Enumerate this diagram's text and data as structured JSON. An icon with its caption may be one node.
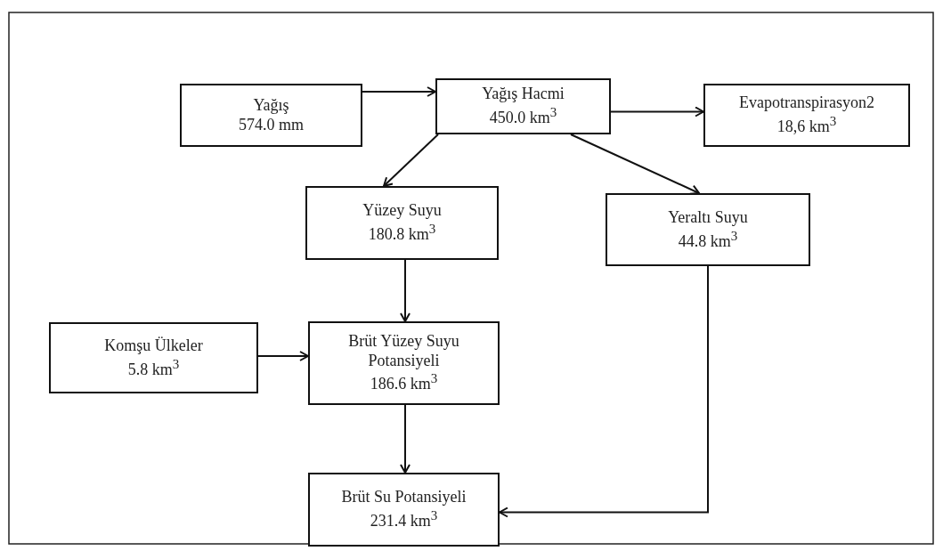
{
  "diagram": {
    "nodes": [
      {
        "text": [
          "Yağış",
          "574.0 mm"
        ]
      },
      {
        "text": [
          "Yağış Hacmi",
          "450.0 km$^{3}$"
        ]
      },
      {
        "text": [
          "Evapotranspirasyon2",
          "18,6 km$^{3}$"
        ]
      },
      {
        "text": [
          "Yüzey Suyu",
          "180.8 km$^{3}$"
        ]
      },
      {
        "text": [
          "Yeraltı Suyu",
          "44.8 km$^{3}$"
        ]
      },
      {
        "text": [
          "Komşu Ülkeler",
          "5.8 km$^{3}$"
        ]
      },
      {
        "text": [
          "Brüt Yüzey Suyu Potansiyeli",
          "186.6 km$^{3}$"
        ]
      },
      {
        "text": [
          "Brüt Su Potansiyeli",
          "231.4 km$^{3}$"
        ]
      }
    ],
    "edges": [
      {
        "from": 0,
        "to": 1,
        "arrow": "to"
      },
      {
        "from": 1,
        "to": 2,
        "arrow": "to"
      },
      {
        "from": 1,
        "to": 3,
        "arrow": "to"
      },
      {
        "from": 1,
        "to": 4,
        "arrow": "to"
      },
      {
        "from": 3,
        "to": 6,
        "arrow": "to"
      },
      {
        "from": 5,
        "to": 6,
        "arrow": "to"
      },
      {
        "from": 6,
        "to": 7,
        "arrow": "to"
      },
      {
        "from": 4,
        "to": 7,
        "arrow": "to"
      }
    ]
  }
}
